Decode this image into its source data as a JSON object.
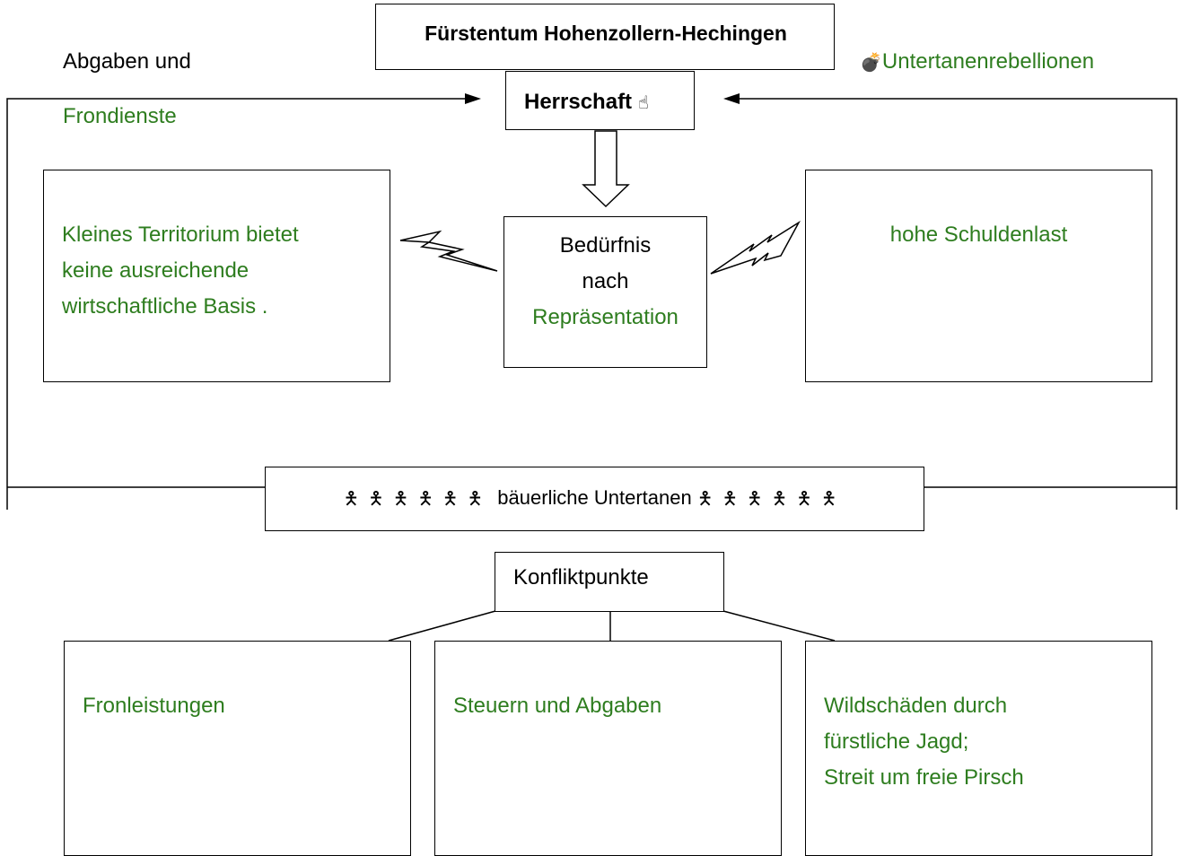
{
  "title": "Fürstentum Hohenzollern-Hechingen",
  "herrschaft": {
    "label": "Herrschaft",
    "icon": "pointing-finger-icon",
    "glyph": "☝"
  },
  "left_label": {
    "line1": "Abgaben und",
    "line2": "Frondienste"
  },
  "right_label": {
    "icon": "bomb-icon",
    "glyph": "💣",
    "text": "Untertanenrebellionen"
  },
  "left_box": {
    "lines": [
      "Kleines Territorium bietet",
      "keine ausreichende",
      "wirtschaftliche Basis ."
    ]
  },
  "center_box": {
    "line1": "Bedürfnis",
    "line2": "nach",
    "line3": "Repräsentation"
  },
  "right_box": {
    "text": "hohe Schuldenlast"
  },
  "peasants": {
    "text": "bäuerliche Untertanen",
    "icon": "person-icon",
    "glyph": "🯅"
  },
  "konflikt": {
    "label": "Konfliktpunkte"
  },
  "bottom_boxes": [
    {
      "lines": [
        "Fronleistungen"
      ]
    },
    {
      "lines": [
        "Steuern und Abgaben"
      ]
    },
    {
      "lines": [
        "Wildschäden durch",
        "fürstliche Jagd;",
        "Streit um freie Pirsch"
      ]
    }
  ],
  "colors": {
    "green": "#2e7d1f",
    "black": "#000000"
  }
}
